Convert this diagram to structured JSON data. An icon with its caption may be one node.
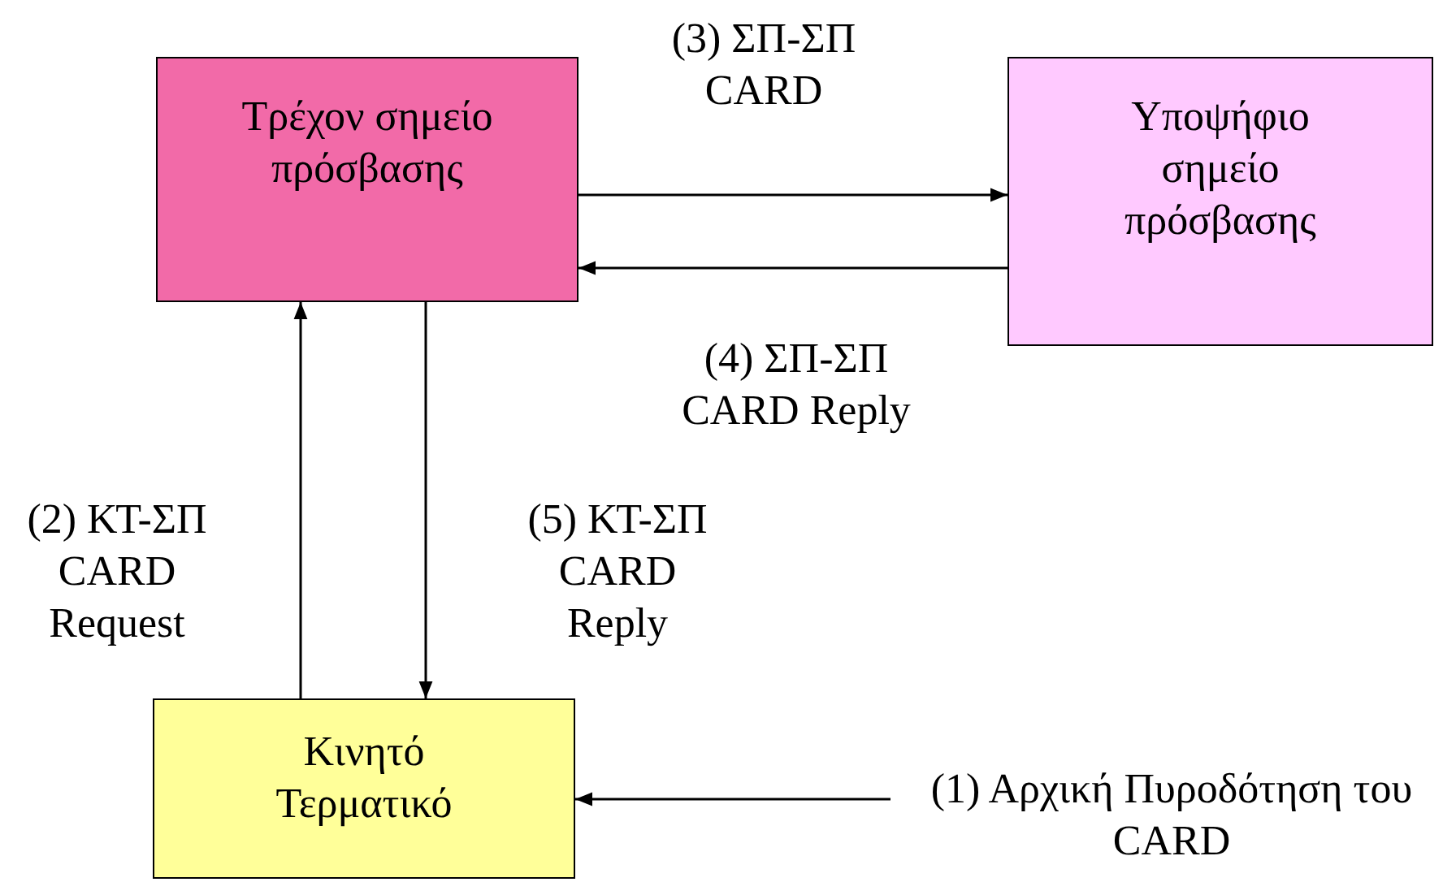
{
  "diagram": {
    "nodes": [
      {
        "text": [
          "Τρέχον σημείο πρόσβασης"
        ]
      },
      {
        "text": [
          "Υποψήφιο σημείο πρόσβασης"
        ]
      },
      {
        "text": [
          "Κινητό Τερματικό"
        ]
      },
      {
        "text": [
          "(1) Αρχική Πυροδότηση του CARD"
        ]
      }
    ],
    "edges": [
      {
        "from": 0,
        "to": 1,
        "arrow": "to",
        "label": "(3) ΣΠ-ΣΠ CARD"
      },
      {
        "from": 1,
        "to": 0,
        "arrow": "to",
        "label": "(4) ΣΠ-ΣΠ CARD Reply"
      },
      {
        "from": 2,
        "to": 0,
        "arrow": "to",
        "label": "(2) ΚΤ-ΣΠ CARD Request"
      },
      {
        "from": 0,
        "to": 2,
        "arrow": "to",
        "label": "(5) ΚΤ-ΣΠ CARD Reply"
      },
      {
        "from": 3,
        "to": 2,
        "arrow": "to"
      }
    ]
  }
}
